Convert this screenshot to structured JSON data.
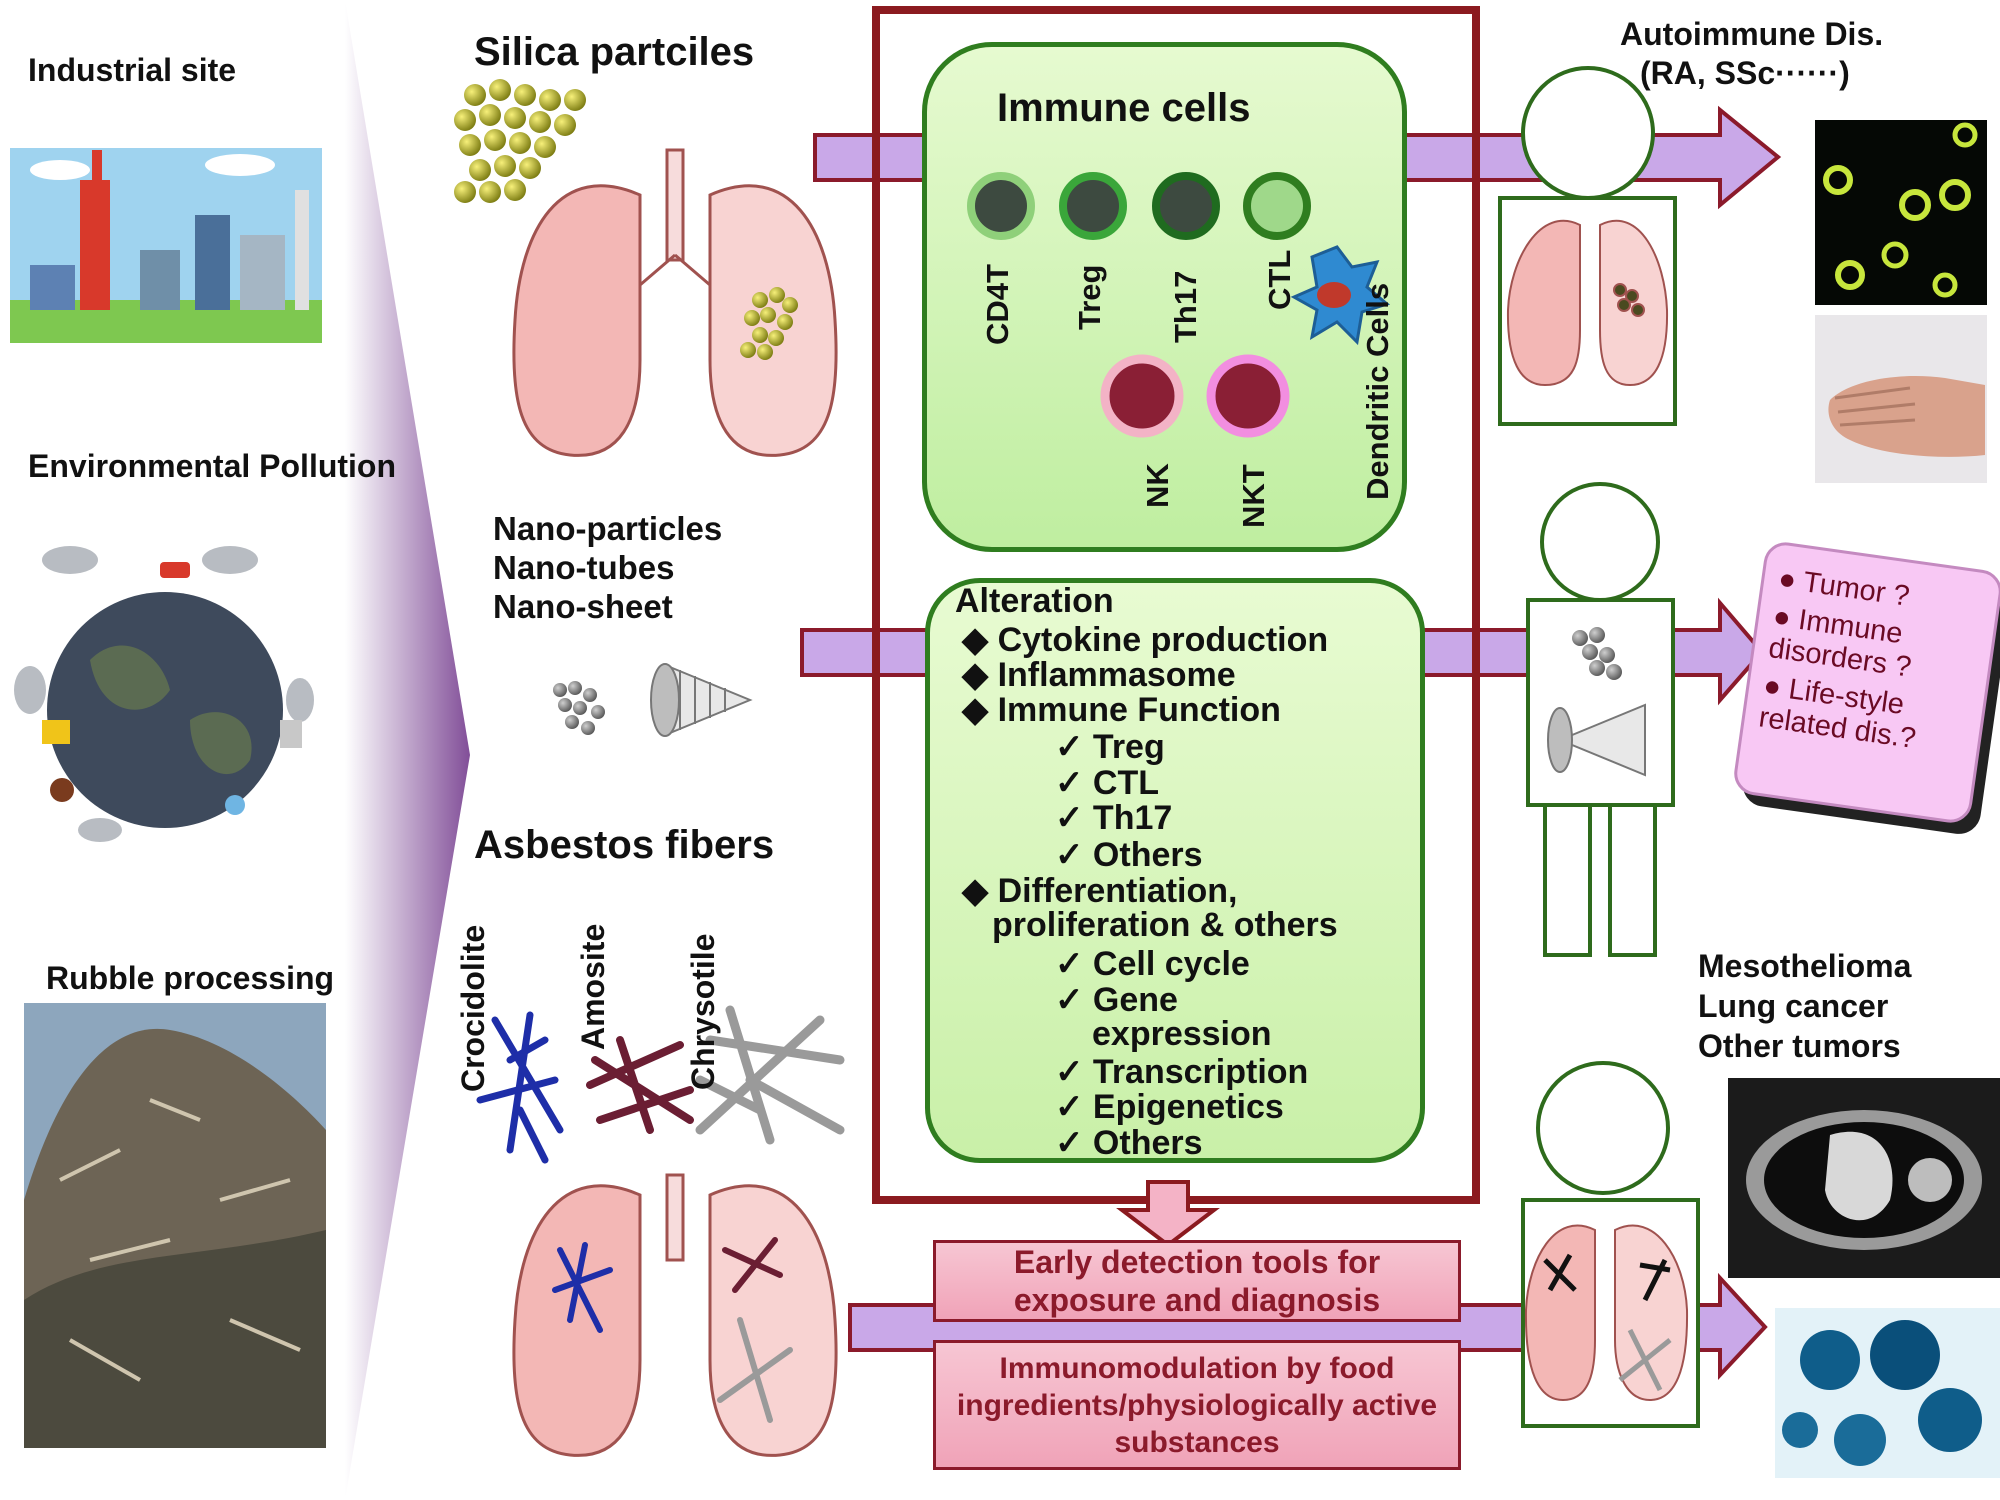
{
  "sources": {
    "industrial": "Industrial site",
    "environmental": "Environmental Pollution",
    "rubble": "Rubble processing"
  },
  "particles": {
    "silica": "Silica partciles",
    "nano": [
      "Nano-particles",
      "Nano-tubes",
      "Nano-sheet"
    ],
    "asbestos_title": "Asbestos fibers",
    "asbestos_types": [
      "Crocidolite",
      "Amosite",
      "Chrysotile"
    ]
  },
  "immune": {
    "title": "Immune cells",
    "cells": [
      "CD4T",
      "Treg",
      "Th17",
      "CTL"
    ],
    "dendritic": "Dendritic Cells",
    "nk": "NK",
    "nkt": "NKT"
  },
  "alteration": {
    "title": "Alteration",
    "items": [
      "◆ Cytokine production",
      "◆ Inflammasome",
      "◆ Immune Function",
      "✓ Treg",
      "✓ CTL",
      "✓ Th17",
      "✓ Others",
      "◆ Differentiation,",
      "proliferation & others",
      "✓ Cell cycle",
      "✓ Gene",
      "expression",
      "✓ Transcription",
      "✓ Epigenetics",
      "✓ Others"
    ]
  },
  "outcomes": {
    "autoimmune_line1": "Autoimmune Dis.",
    "autoimmune_line2": "(RA, SSc······)",
    "question_items": [
      "Tumor ?",
      "Immune disorders ?",
      "Life-style related dis.?"
    ],
    "tumors": [
      "Mesothelioma",
      "Lung cancer",
      "Other tumors"
    ]
  },
  "bottom_boxes": {
    "detection": "Early detection tools for exposure and diagnosis",
    "immunomodulation": "Immunomodulation by food ingredients/physiologically active substances"
  },
  "colors": {
    "frame": "#8b1a1f",
    "arrow": "#c9a8e8",
    "arrow_border": "#8b1a2b",
    "green_box": "#c9f0a8",
    "pink_box": "#f4b3c6"
  }
}
